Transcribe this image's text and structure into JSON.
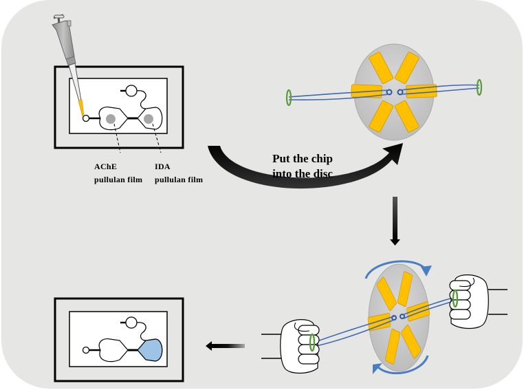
{
  "figure": {
    "background_color": "#e6e6e5",
    "chip_labels": {
      "ache": {
        "line1": "AChE",
        "line2": "pullulan film"
      },
      "ida": {
        "line1": "IDA",
        "line2": "pullulan film"
      }
    },
    "step_label": {
      "line1": "Put the chip",
      "line2": "into the disc"
    },
    "colors": {
      "disc": "#c8c8c8",
      "blade": "#ffc000",
      "string": "#3f68b0",
      "loop": "#5a9a3a",
      "film_spot": "#a6a6a6",
      "result_fill": "#9dc3e6",
      "pipette_tip": "#ffc000",
      "rotation_arrow": "#4a7ec2"
    },
    "icons": [
      "pipette-icon",
      "paper-chip-icon",
      "whirligig-disc-icon",
      "hand-fist-icon",
      "rotation-arrow-icon",
      "process-arrow-icon"
    ]
  }
}
